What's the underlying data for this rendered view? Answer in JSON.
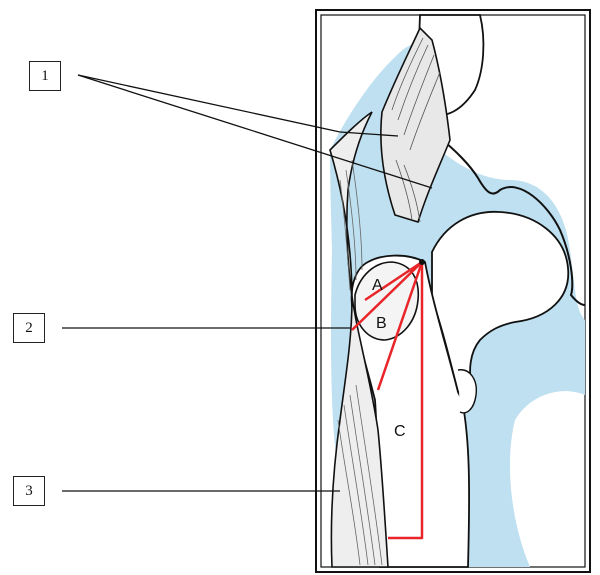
{
  "callouts": [
    {
      "label": "1"
    },
    {
      "label": "2"
    },
    {
      "label": "3"
    }
  ],
  "regions": [
    {
      "label": "A"
    },
    {
      "label": "B"
    },
    {
      "label": "C"
    }
  ],
  "colors": {
    "fluid": "#bfe0f0",
    "outline": "#111111",
    "highlight": "#e8262a",
    "frame": "#111111"
  }
}
